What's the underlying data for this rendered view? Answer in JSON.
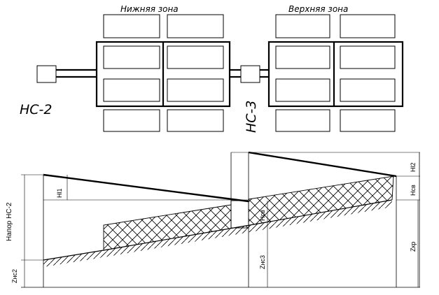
{
  "plan": {
    "zone_lower": "Нижняя зона",
    "zone_upper": "Верхняя зона",
    "station_left": "НС-2",
    "station_mid": "НС-3"
  },
  "profile": {
    "head_label": "Напор НС-2",
    "h_l1": "Hl1",
    "h_l2": "Hl2",
    "h_sv_lower": "Hсв",
    "h_sv_upper": "Hсв",
    "z_ns2": "Zнс2",
    "z_ns3": "Zнс3",
    "z_kp": "Zкр"
  },
  "colors": {
    "line": "#000000",
    "background": "#ffffff"
  }
}
